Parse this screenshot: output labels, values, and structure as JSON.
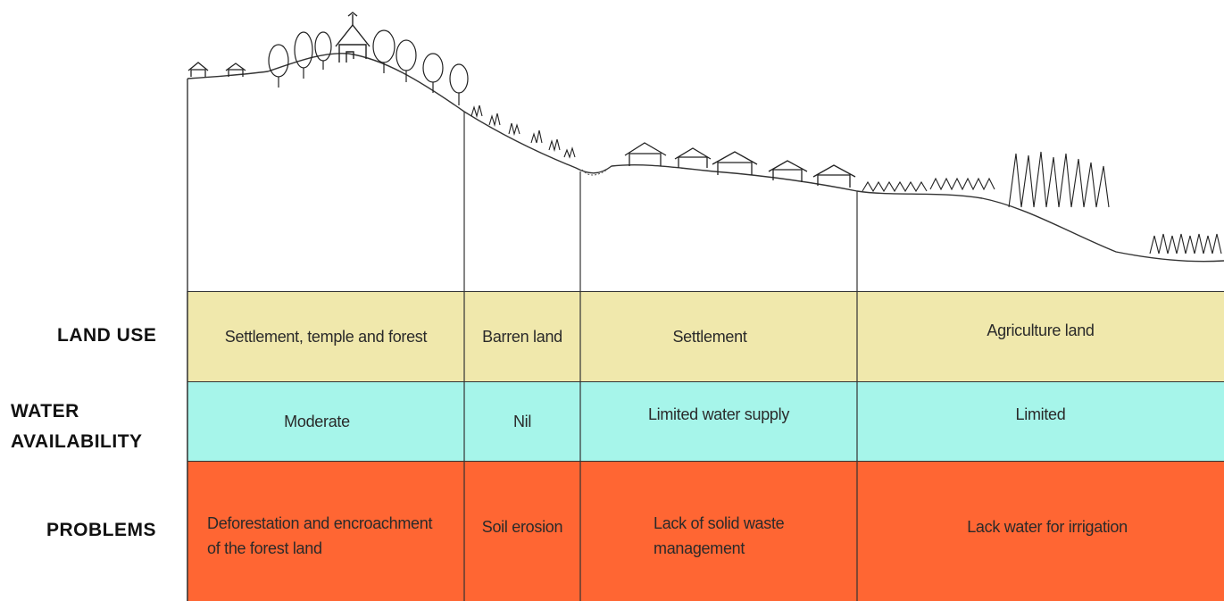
{
  "rows": {
    "land_use": "LAND USE",
    "water_line1": "WATER",
    "water_line2": "AVAILABILITY",
    "problems": "PROBLEMS"
  },
  "zones": [
    {
      "land_use": "Settlement, temple and forest",
      "water": "Moderate",
      "problem_line1": "Deforestation and encroachment",
      "problem_line2": "of the forest land"
    },
    {
      "land_use": "Barren land",
      "water": "Nil",
      "problem_line1": "Soil erosion",
      "problem_line2": ""
    },
    {
      "land_use": "Settlement",
      "water": "Limited water supply",
      "problem_line1": "Lack of solid waste",
      "problem_line2": "management"
    },
    {
      "land_use": "Agriculture land",
      "water": "Limited",
      "problem_line1": "Lack water for irrigation",
      "problem_line2": ""
    }
  ],
  "colors": {
    "land_use_band": "#f0e8ac",
    "water_band": "#a6f5ea",
    "problems_band": "#ff6633"
  }
}
